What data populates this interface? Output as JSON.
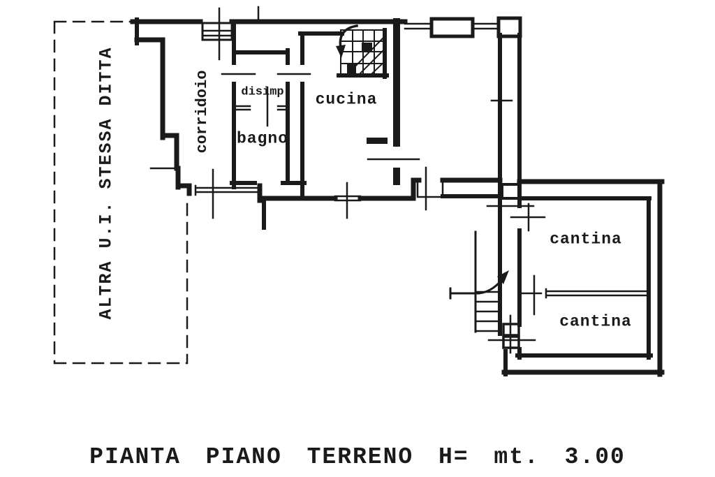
{
  "page": {
    "background": "#ffffff",
    "line_color": "#1a1a1a"
  },
  "floorplan": {
    "caption": "PIANTA PIANO TERRENO H= mt. 3.00",
    "labels": {
      "altra_ui": "ALTRA U.I. STESSA DITTA",
      "corridoio": "corridoio",
      "disimp": "disimp",
      "bagno": "bagno",
      "cucina": "cucina",
      "cantina_upper": "cantina",
      "cantina_lower": "cantina"
    },
    "symbols": [
      "dashed-boundary",
      "winder-stairs-with-down-arrow",
      "cellar-stairs-with-up-arrow",
      "window-symbols",
      "door-swing-ticks"
    ]
  }
}
